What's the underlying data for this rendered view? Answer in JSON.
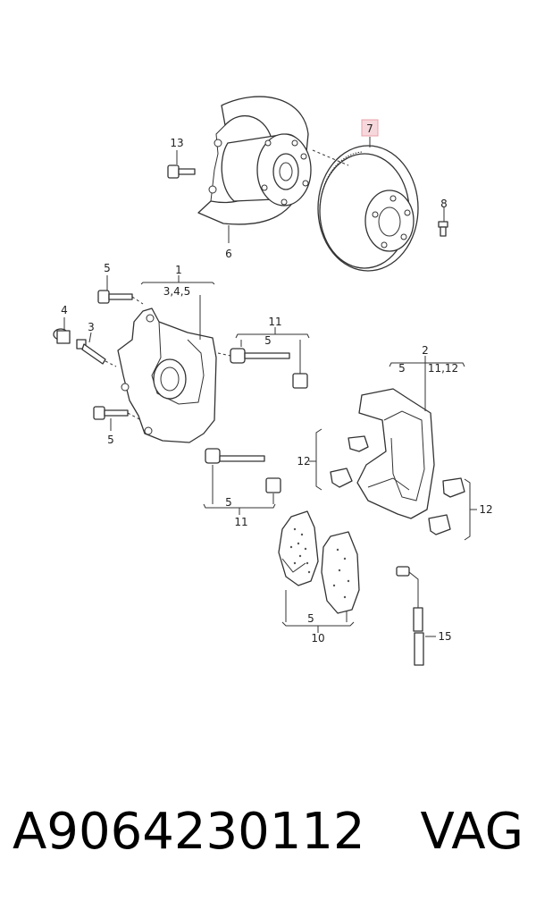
{
  "callouts": {
    "c1": "1",
    "c1_sub": "3,4,5",
    "c2": "2",
    "c2_sub_a": "5",
    "c2_sub_b": "11,12",
    "c3": "3",
    "c4": "4",
    "c5_top": "5",
    "c5_bottom": "5",
    "c6": "6",
    "c7": "7",
    "c8": "8",
    "c11_top": "11",
    "c11_top_sub": "5",
    "c11_bottom": "11",
    "c11_bottom_sub": "5",
    "c12_left": "12",
    "c12_right": "12",
    "c10": "10",
    "c10_sub": "5",
    "c13": "13",
    "c15": "15"
  },
  "highlight_color": "#e8a0a8",
  "caption": {
    "part_number": "A9064230112",
    "brand": "VAG"
  }
}
